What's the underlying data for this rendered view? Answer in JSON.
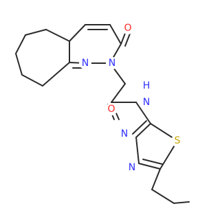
{
  "molecule": {
    "atoms": {
      "o_ketone": {
        "text": "O",
        "color": "#ff2b2b"
      },
      "n_ring_2": {
        "text": "N",
        "color": "#3030ff"
      },
      "n_ring_1": {
        "text": "N",
        "color": "#3030ff"
      },
      "o_amide": {
        "text": "O",
        "color": "#ff2b2b"
      },
      "n_amide": {
        "text": "N",
        "color": "#3030ff"
      },
      "h_amide": {
        "text": "H",
        "color": "#3030ff"
      },
      "n_thiadiazole_3": {
        "text": "N",
        "color": "#3030ff"
      },
      "n_thiadiazole_4": {
        "text": "N",
        "color": "#3030ff"
      },
      "s_thiadiazole": {
        "text": "S",
        "color": "#c9a400"
      }
    },
    "bond_color": "#2b2b2b"
  }
}
